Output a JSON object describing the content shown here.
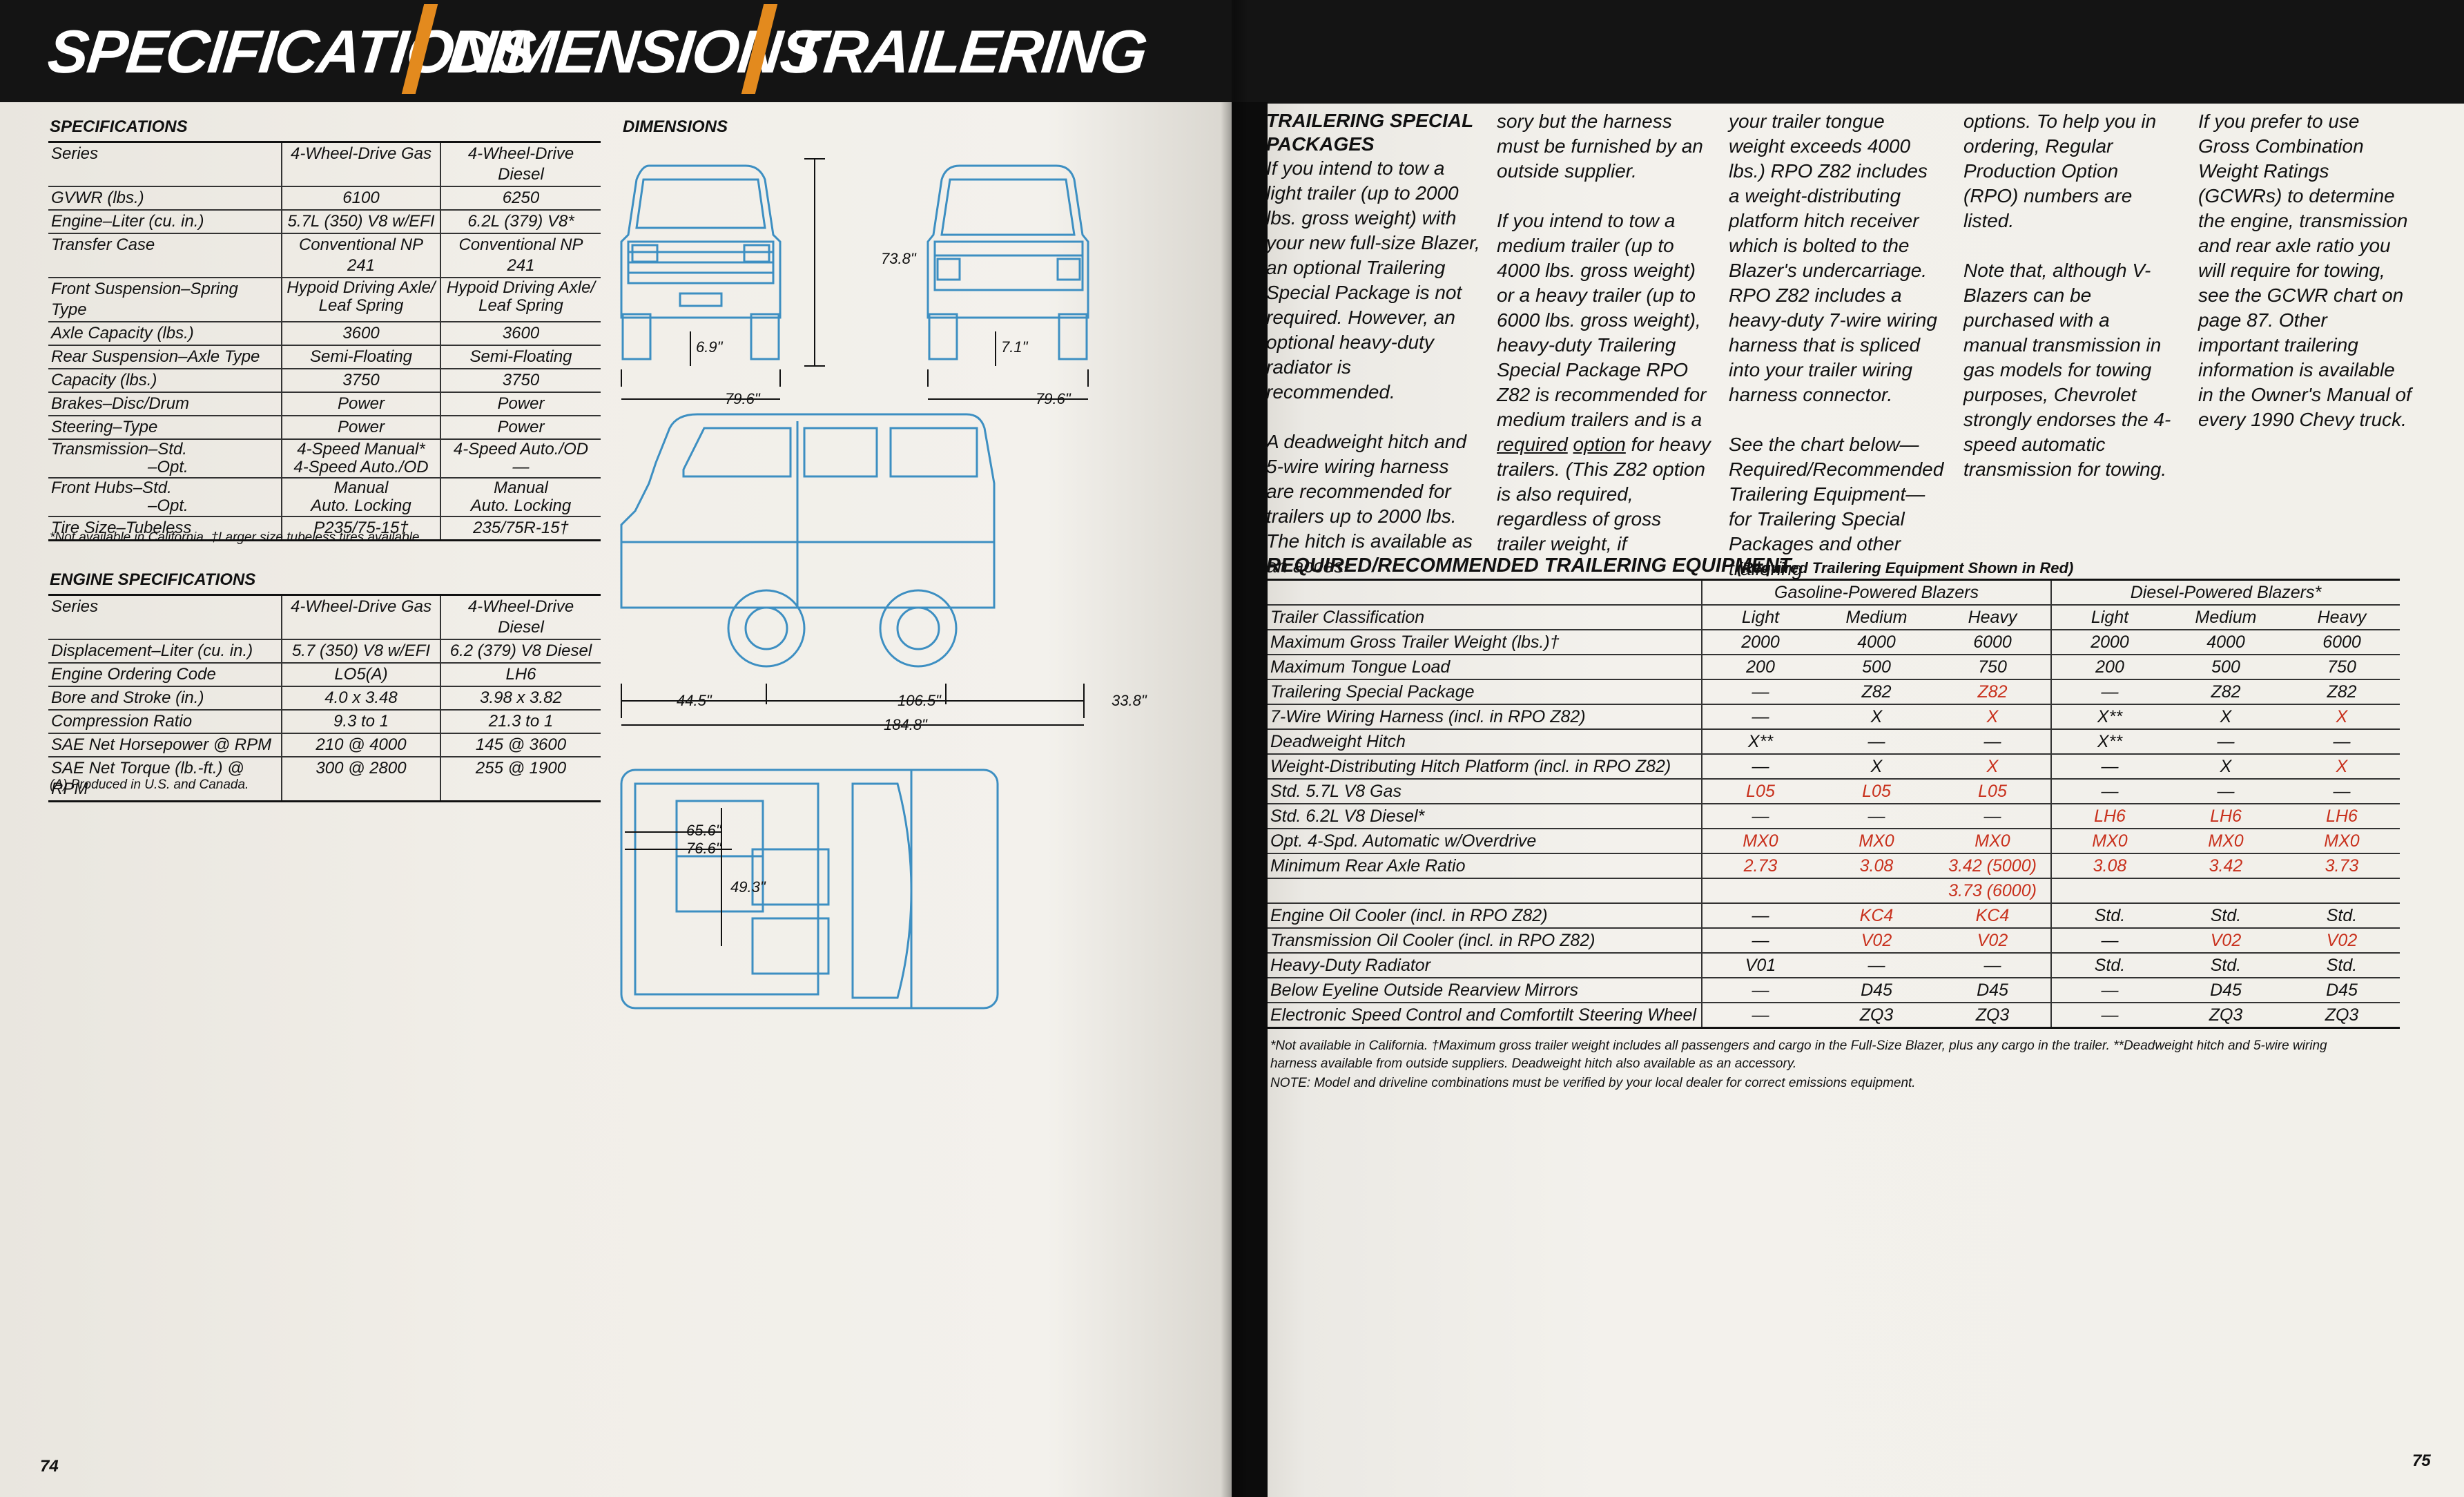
{
  "banner": {
    "title1": "SPECIFICATIONS",
    "title2": "DIMENSIONS",
    "title3": "TRAILERING",
    "accent": "#e38a1e"
  },
  "specs": {
    "heading": "SPECIFICATIONS",
    "col1": "4-Wheel-Drive Gas",
    "col2": "4-Wheel-Drive Diesel",
    "rows": [
      {
        "label": "GVWR (lbs.)",
        "a": "6100",
        "b": "6250"
      },
      {
        "label": "Engine–Liter (cu. in.)",
        "a": "5.7L (350) V8 w/EFI",
        "b": "6.2L (379) V8*"
      },
      {
        "label": "Transfer Case",
        "a": "Conventional NP 241",
        "b": "Conventional NP 241"
      },
      {
        "label": "Front Suspension–Spring Type",
        "a": "Hypoid Driving Axle/ Leaf Spring",
        "b": "Hypoid Driving Axle/ Leaf Spring"
      },
      {
        "label": "Axle Capacity (lbs.)",
        "a": "3600",
        "b": "3600"
      },
      {
        "label": "Rear Suspension–Axle Type",
        "a": "Semi-Floating",
        "b": "Semi-Floating"
      },
      {
        "label": "Capacity (lbs.)",
        "a": "3750",
        "b": "3750"
      },
      {
        "label": "Brakes–Disc/Drum",
        "a": "Power",
        "b": "Power"
      },
      {
        "label": "Steering–Type",
        "a": "Power",
        "b": "Power"
      },
      {
        "label": "Transmission–Std.",
        "label2": "–Opt.",
        "a": "4-Speed Manual*",
        "a2": "4-Speed Auto./OD",
        "b": "4-Speed Auto./OD",
        "b2": "—"
      },
      {
        "label": "Front Hubs–Std.",
        "label2": "–Opt.",
        "a": "Manual",
        "a2": "Auto. Locking",
        "b": "Manual",
        "b2": "Auto. Locking"
      },
      {
        "label": "Tire Size–Tubeless",
        "a": "P235/75-15†",
        "b": "235/75R-15†"
      }
    ],
    "note": "*Not available in California. †Larger size tubeless tires available."
  },
  "engine": {
    "heading": "ENGINE SPECIFICATIONS",
    "col1": "4-Wheel-Drive Gas",
    "col2": "4-Wheel-Drive Diesel",
    "rows": [
      {
        "label": "Displacement–Liter (cu. in.)",
        "a": "5.7 (350) V8 w/EFI",
        "b": "6.2 (379) V8 Diesel"
      },
      {
        "label": "Engine Ordering Code",
        "a": "LO5(A)",
        "b": "LH6"
      },
      {
        "label": "Bore and Stroke (in.)",
        "a": "4.0 x 3.48",
        "b": "3.98 x 3.82"
      },
      {
        "label": "Compression Ratio",
        "a": "9.3 to 1",
        "b": "21.3 to 1"
      },
      {
        "label": "SAE Net Horsepower @ RPM",
        "a": "210 @ 4000",
        "b": "145 @ 3600"
      },
      {
        "label": "SAE Net Torque (lb.-ft.) @ RPM",
        "a": "300 @ 2800",
        "b": "255 @ 1900"
      }
    ],
    "note": "(A) Produced in U.S. and Canada."
  },
  "dimensions": {
    "heading": "DIMENSIONS",
    "height": "73.8\"",
    "front_clear": "6.9\"",
    "rear_clear": "7.1\"",
    "front_width": "79.6\"",
    "rear_width": "79.6\"",
    "front_overhang": "44.5\"",
    "wheelbase": "106.5\"",
    "rear_overhang": "33.8\"",
    "length": "184.8\"",
    "cargo1": "65.6\"",
    "cargo2": "76.6\"",
    "cargo_width": "49.3\""
  },
  "trailering": {
    "col1": {
      "heading": "TRAILERING SPECIAL PACKAGES",
      "p1": "If you intend to tow a light trailer (up to 2000 lbs. gross weight) with your new full-size Blazer, an optional Trailering Special Package is not required. However, an optional heavy-duty radiator is recommended.",
      "p2": "A deadweight hitch and 5-wire wiring harness are recommended for trailers up to 2000 lbs. The hitch is available as an acces-"
    },
    "col2": {
      "p1": "sory but the harness must be furnished by an outside supplier.",
      "p2a": "If you intend to tow a medium trailer (up to 4000 lbs. gross weight) or a heavy trailer (up to 6000 lbs. gross weight), heavy-duty Trailering Special Package RPO Z82 is recommended for medium trailers and is a ",
      "p2u1": "required",
      "p2b": " ",
      "p2u2": "option",
      "p2c": " for heavy trailers. (This Z82 option is also required, regardless of gross trailer weight, if"
    },
    "col3": {
      "p1": "your trailer tongue weight exceeds 4000 lbs.) RPO Z82 includes a weight-distributing platform hitch receiver which is bolted to the Blazer's undercarriage. RPO Z82 includes a heavy-duty 7-wire wiring harness that is spliced into your trailer wiring harness connector.",
      "p2": "See the chart below—Required/Recommended Trailering Equipment—for Trailering Special Packages and other trailering"
    },
    "col4": {
      "p1": "options. To help you in ordering, Regular Production Option (RPO) numbers are listed.",
      "p2": "Note that, although V-Blazers can be purchased with a manual transmission in gas models for towing purposes, Chevrolet strongly endorses the 4-speed automatic transmission for towing."
    },
    "col5": {
      "p1": "If you prefer to use Gross Combination Weight Ratings (GCWRs) to determine the engine, transmission and rear axle ratio you will require for towing, see the GCWR chart on page 87. Other important trailering information is available in the Owner's Manual of every 1990 Chevy truck."
    }
  },
  "equipment": {
    "title": "REQUIRED/RECOMMENDED TRAILERING EQUIPMENT",
    "subtitle": "(Required Trailering Equipment Shown in Red)",
    "group_gas": "Gasoline-Powered Blazers",
    "group_diesel": "Diesel-Powered Blazers*",
    "red": "#c8301c",
    "rows": [
      {
        "label": "Trailer Classification",
        "v": [
          "Light",
          "Medium",
          "Heavy",
          "Light",
          "Medium",
          "Heavy"
        ],
        "r": [
          0,
          0,
          0,
          0,
          0,
          0
        ]
      },
      {
        "label": "Maximum Gross Trailer Weight (lbs.)†",
        "v": [
          "2000",
          "4000",
          "6000",
          "2000",
          "4000",
          "6000"
        ],
        "r": [
          0,
          0,
          0,
          0,
          0,
          0
        ]
      },
      {
        "label": "Maximum Tongue Load",
        "v": [
          "200",
          "500",
          "750",
          "200",
          "500",
          "750"
        ],
        "r": [
          0,
          0,
          0,
          0,
          0,
          0
        ]
      },
      {
        "label": "Trailering Special Package",
        "v": [
          "—",
          "Z82",
          "Z82",
          "—",
          "Z82",
          "Z82"
        ],
        "r": [
          0,
          0,
          1,
          0,
          0,
          0
        ]
      },
      {
        "label": "7-Wire Wiring Harness (incl. in RPO Z82)",
        "v": [
          "—",
          "X",
          "X",
          "X**",
          "X",
          "X"
        ],
        "r": [
          0,
          0,
          1,
          0,
          0,
          1
        ]
      },
      {
        "label": "Deadweight Hitch",
        "v": [
          "X**",
          "—",
          "—",
          "X**",
          "—",
          "—"
        ],
        "r": [
          0,
          0,
          0,
          0,
          0,
          0
        ]
      },
      {
        "label": "Weight-Distributing Hitch Platform (incl. in RPO Z82)",
        "v": [
          "—",
          "X",
          "X",
          "—",
          "X",
          "X"
        ],
        "r": [
          0,
          0,
          1,
          0,
          0,
          1
        ]
      },
      {
        "label": "Std. 5.7L V8 Gas",
        "v": [
          "L05",
          "L05",
          "L05",
          "—",
          "—",
          "—"
        ],
        "r": [
          1,
          1,
          1,
          0,
          0,
          0
        ]
      },
      {
        "label": "Std. 6.2L V8 Diesel*",
        "v": [
          "—",
          "—",
          "—",
          "LH6",
          "LH6",
          "LH6"
        ],
        "r": [
          0,
          0,
          0,
          1,
          1,
          1
        ]
      },
      {
        "label": "Opt. 4-Spd. Automatic w/Overdrive",
        "v": [
          "MX0",
          "MX0",
          "MX0",
          "MX0",
          "MX0",
          "MX0"
        ],
        "r": [
          1,
          1,
          1,
          1,
          1,
          1
        ]
      },
      {
        "label": "Minimum Rear Axle Ratio",
        "v": [
          "2.73",
          "3.08",
          "3.42 (5000)",
          "3.08",
          "3.42",
          "3.73"
        ],
        "r": [
          1,
          1,
          1,
          1,
          1,
          1
        ]
      },
      {
        "label": "",
        "v": [
          "",
          "",
          "3.73 (6000)",
          "",
          "",
          ""
        ],
        "r": [
          0,
          0,
          1,
          0,
          0,
          0
        ]
      },
      {
        "label": "Engine Oil Cooler (incl. in RPO Z82)",
        "v": [
          "—",
          "KC4",
          "KC4",
          "Std.",
          "Std.",
          "Std."
        ],
        "r": [
          0,
          1,
          1,
          0,
          0,
          0
        ]
      },
      {
        "label": "Transmission Oil Cooler (incl. in RPO Z82)",
        "v": [
          "—",
          "V02",
          "V02",
          "—",
          "V02",
          "V02"
        ],
        "r": [
          0,
          1,
          1,
          0,
          1,
          1
        ]
      },
      {
        "label": "Heavy-Duty Radiator",
        "v": [
          "V01",
          "—",
          "—",
          "Std.",
          "Std.",
          "Std."
        ],
        "r": [
          0,
          0,
          0,
          0,
          0,
          0
        ]
      },
      {
        "label": "Below Eyeline Outside Rearview Mirrors",
        "v": [
          "—",
          "D45",
          "D45",
          "—",
          "D45",
          "D45"
        ],
        "r": [
          0,
          0,
          0,
          0,
          0,
          0
        ]
      },
      {
        "label": "Electronic Speed Control and Comfortilt Steering Wheel",
        "v": [
          "—",
          "ZQ3",
          "ZQ3",
          "—",
          "ZQ3",
          "ZQ3"
        ],
        "r": [
          0,
          0,
          0,
          0,
          0,
          0
        ]
      }
    ],
    "foot1": "*Not available in California.   †Maximum gross trailer weight includes all passengers and cargo in the Full-Size Blazer, plus any cargo in the trailer.   **Deadweight hitch and 5-wire wiring",
    "foot2": "harness available from outside suppliers. Deadweight hitch also available as an accessory.",
    "foot3": "NOTE: Model and driveline combinations must be verified by your local dealer for correct emissions equipment."
  },
  "pages": {
    "left": "74",
    "right": "75"
  }
}
